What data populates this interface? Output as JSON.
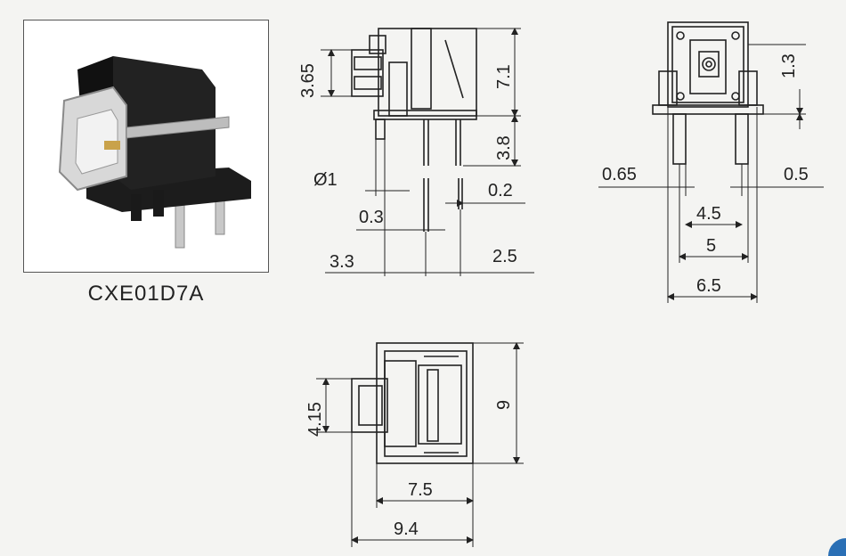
{
  "product": {
    "model": "CXE01D7A"
  },
  "side_view": {
    "dims": {
      "h_top": "3.65",
      "h_body": "7.1",
      "h_pin": "3.8",
      "diam": "Ø1",
      "pin_w": "0.2",
      "pin_gap": "0.3",
      "off_a": "3.3",
      "off_b": "2.5"
    }
  },
  "front_view": {
    "dims": {
      "h_1_3": "1.3",
      "w_065": "0.65",
      "w_05": "0.5",
      "w_4_5": "4.5",
      "w_5": "5",
      "w_6_5": "6.5"
    }
  },
  "top_view": {
    "dims": {
      "h_4_15": "4.15",
      "h_9": "9",
      "w_7_5": "7.5",
      "w_9_4": "9.4"
    }
  },
  "colors": {
    "line": "#222222",
    "body": "#1a1a1a",
    "accent": "#2a6fb5"
  }
}
